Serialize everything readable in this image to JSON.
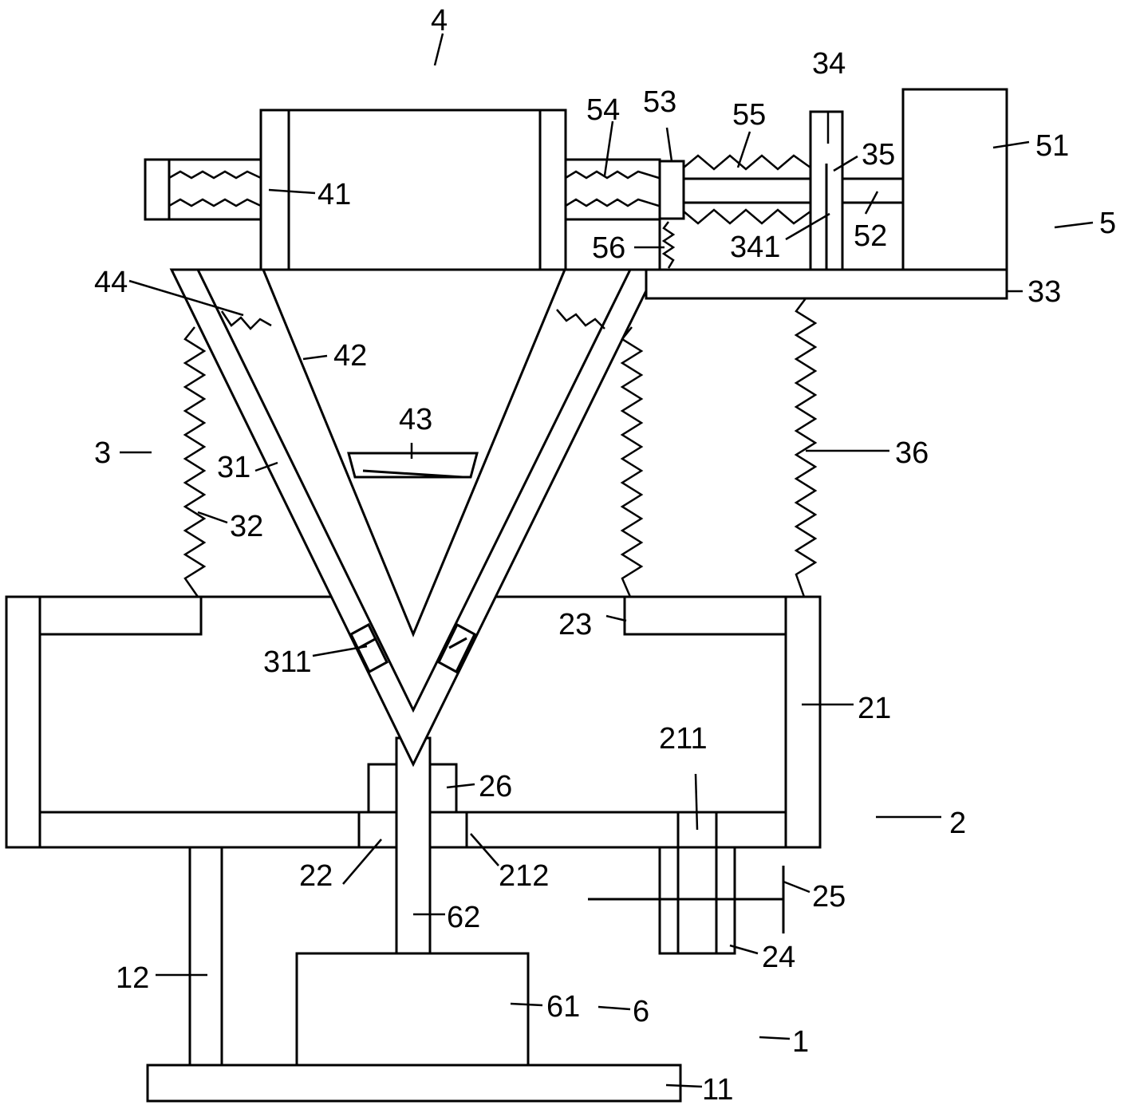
{
  "labels": {
    "l1": "1",
    "l2": "2",
    "l3": "3",
    "l4": "4",
    "l5": "5",
    "l6": "6",
    "l11": "11",
    "l12": "12",
    "l21": "21",
    "l22": "22",
    "l23": "23",
    "l24": "24",
    "l25": "25",
    "l26": "26",
    "l31": "31",
    "l32": "32",
    "l33": "33",
    "l34": "34",
    "l35": "35",
    "l36": "36",
    "l41": "41",
    "l42": "42",
    "l43": "43",
    "l44": "44",
    "l51": "51",
    "l52": "52",
    "l53": "53",
    "l54": "54",
    "l55": "55",
    "l56": "56",
    "l61": "61",
    "l62": "62",
    "l211": "211",
    "l212": "212",
    "l311": "311",
    "l341": "341"
  }
}
